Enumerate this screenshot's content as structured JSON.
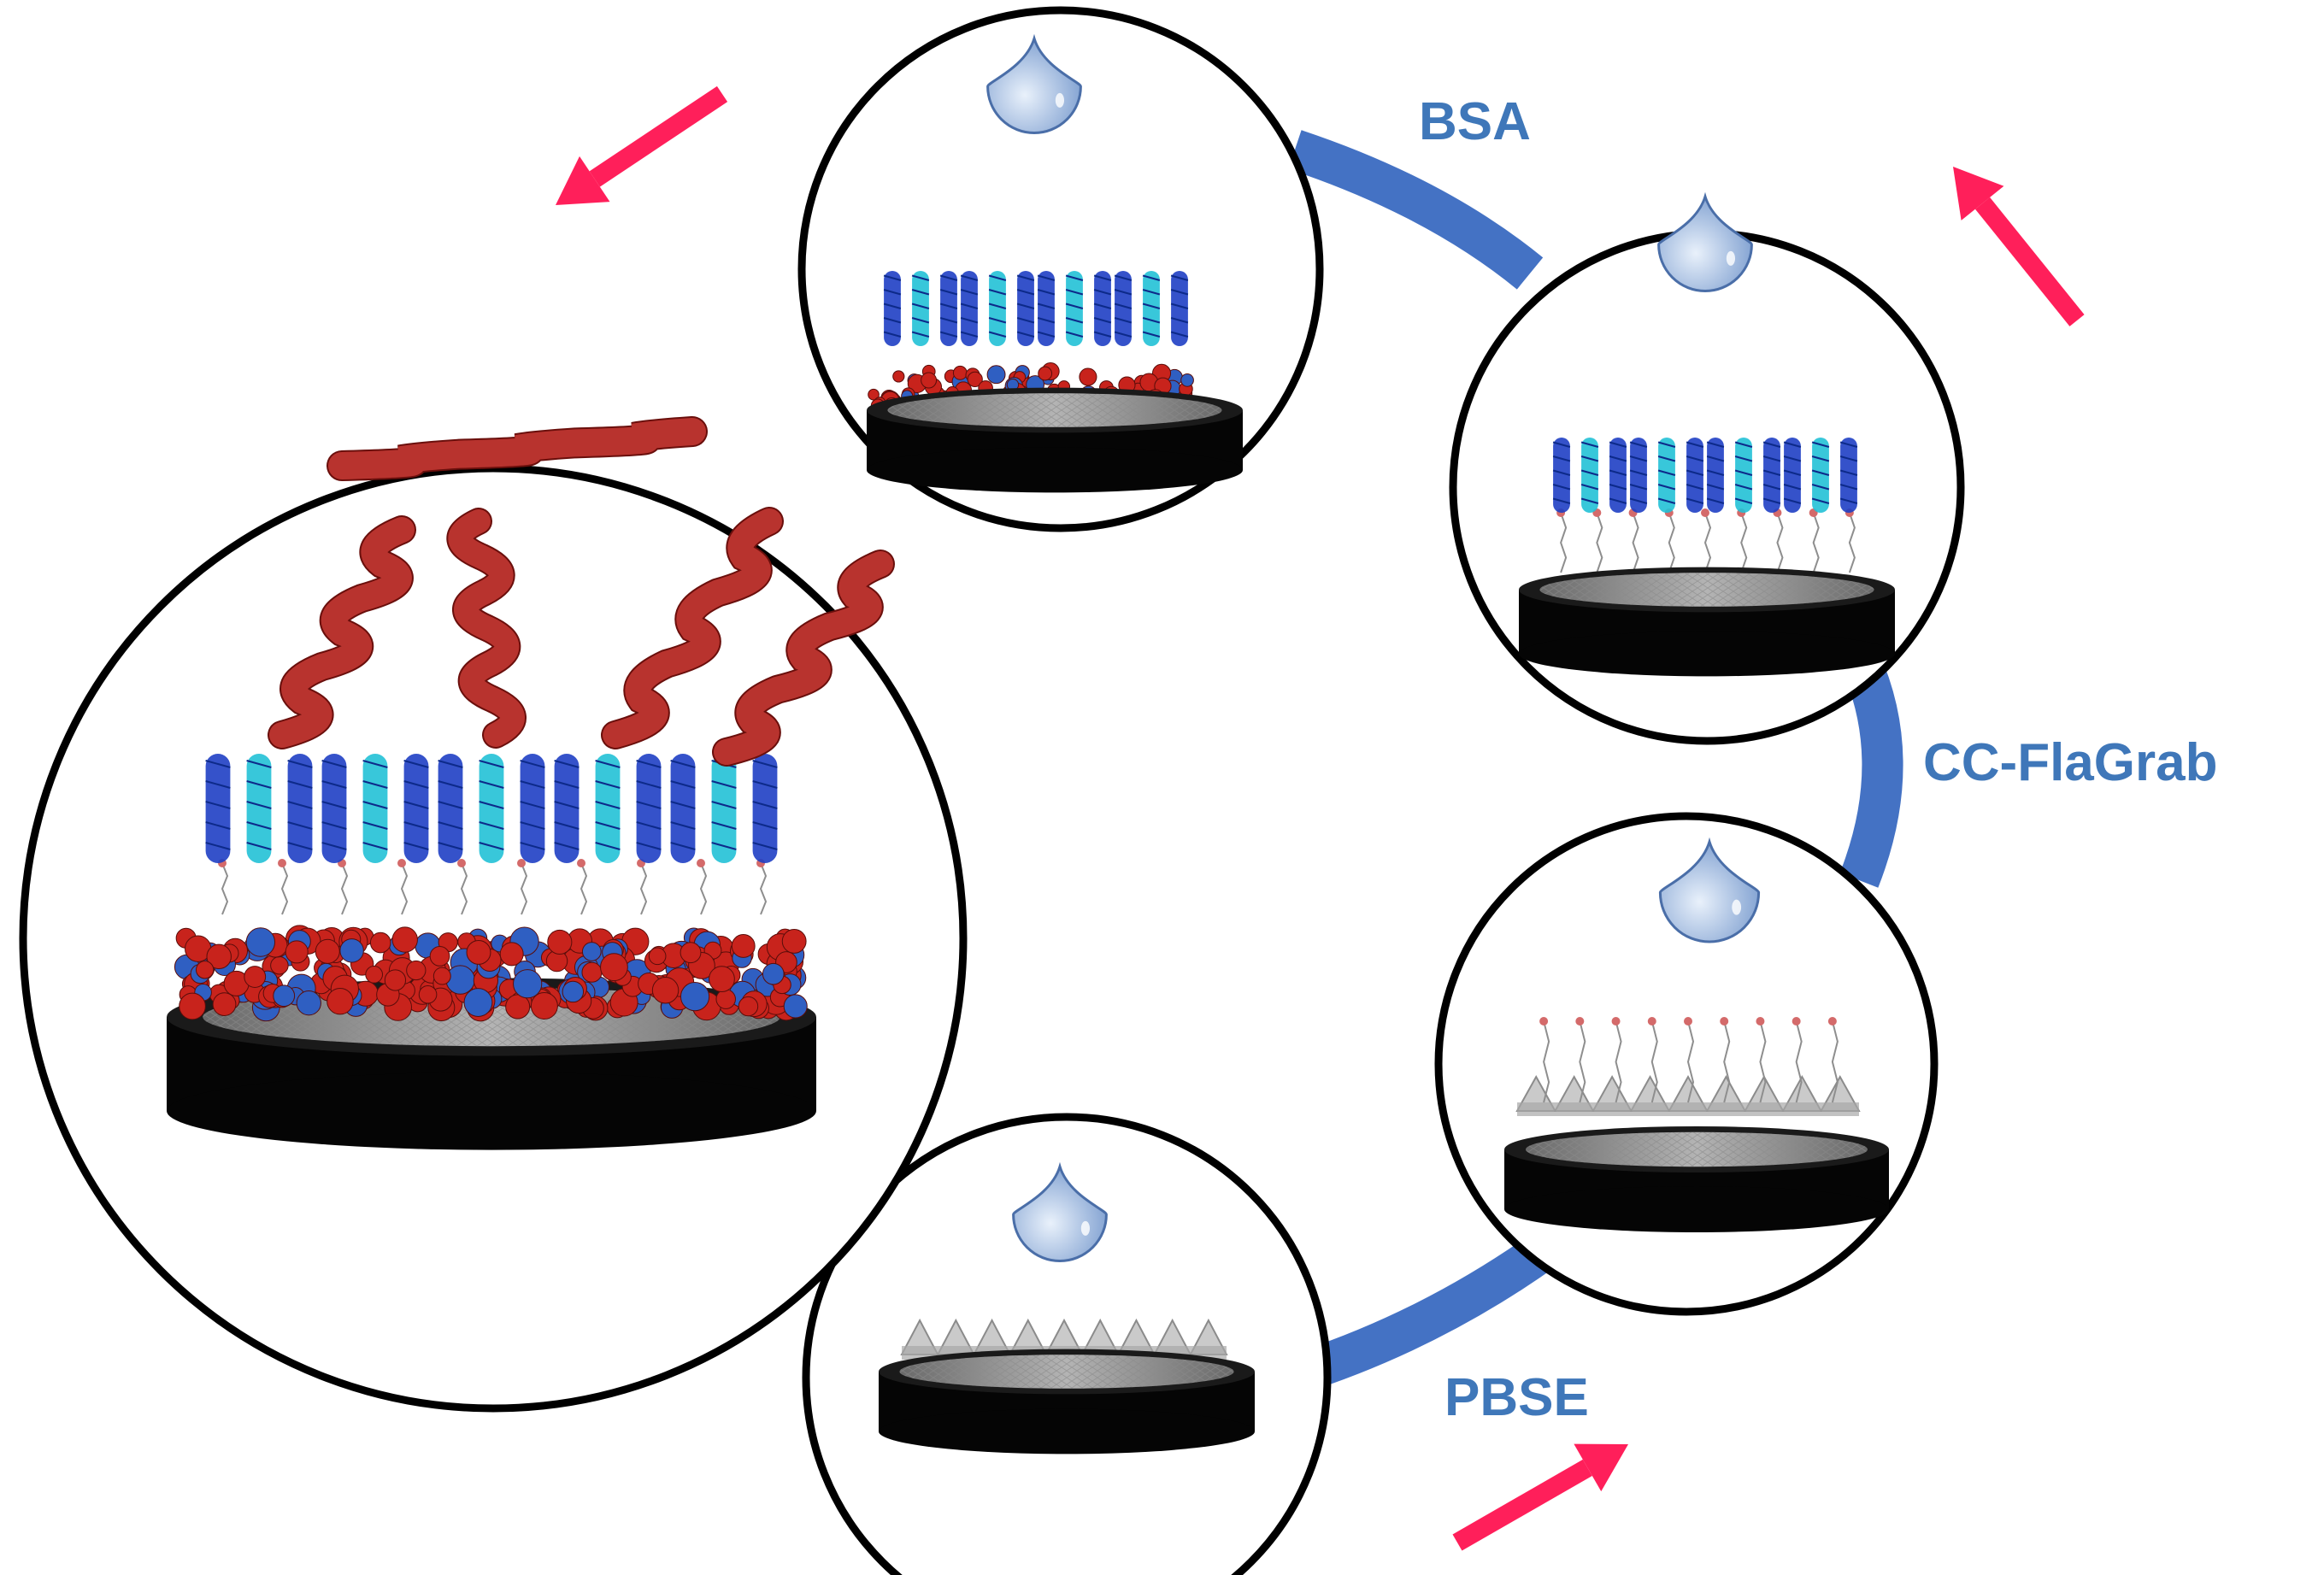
{
  "labels": {
    "bsa": "BSA",
    "cc_flagrab": "CC-FlaGrab",
    "pbse": "PBSE"
  },
  "colors": {
    "ring": "#4472c4",
    "label": "#3f77b9",
    "arrow": "#ff1f5a",
    "electrode": "#050505",
    "droplet": "#8fb0dc",
    "bsa_protein": "#c8231c",
    "bsa_atom_blue": "#2f5fc2",
    "flagrab_helix": "#1f3fc4",
    "flagrab_helix_light": "#22c1d6",
    "flagellin": "#b8332e",
    "pbse_linker": "#8e8e8e"
  },
  "steps": [
    {
      "name": "bare-electrode-pbse-drop",
      "reagent_label_key": "pbse"
    },
    {
      "name": "pbse-layer-flagrab-drop",
      "reagent_label_key": "cc_flagrab"
    },
    {
      "name": "flagrab-layer-bsa-drop",
      "reagent_label_key": "bsa"
    },
    {
      "name": "bsa-blocked-surface"
    },
    {
      "name": "flagellin-capture-zoom"
    }
  ],
  "icons": [
    "droplet-icon",
    "electrode-disc-icon",
    "flow-arrow-icon"
  ]
}
